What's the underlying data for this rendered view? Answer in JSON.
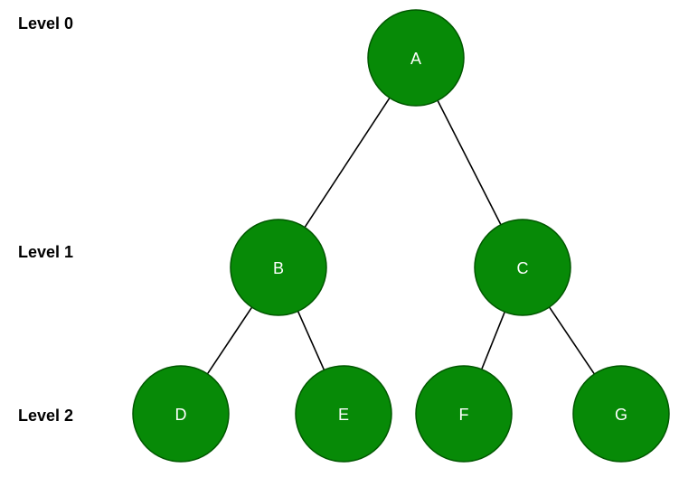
{
  "levels": [
    {
      "label": "Level 0"
    },
    {
      "label": "Level 1"
    },
    {
      "label": "Level 2"
    }
  ],
  "colors": {
    "node_fill": "#078A07",
    "node_stroke": "#005700",
    "node_text": "#ffffff",
    "edge": "#000000",
    "background": "#ffffff"
  },
  "tree": {
    "nodes": [
      {
        "id": "A",
        "label": "A",
        "level": 0
      },
      {
        "id": "B",
        "label": "B",
        "level": 1
      },
      {
        "id": "C",
        "label": "C",
        "level": 1
      },
      {
        "id": "D",
        "label": "D",
        "level": 2
      },
      {
        "id": "E",
        "label": "E",
        "level": 2
      },
      {
        "id": "F",
        "label": "F",
        "level": 2
      },
      {
        "id": "G",
        "label": "G",
        "level": 2
      }
    ],
    "edges": [
      {
        "from": "A",
        "to": "B"
      },
      {
        "from": "A",
        "to": "C"
      },
      {
        "from": "B",
        "to": "D"
      },
      {
        "from": "B",
        "to": "E"
      },
      {
        "from": "C",
        "to": "F"
      },
      {
        "from": "C",
        "to": "G"
      }
    ]
  }
}
